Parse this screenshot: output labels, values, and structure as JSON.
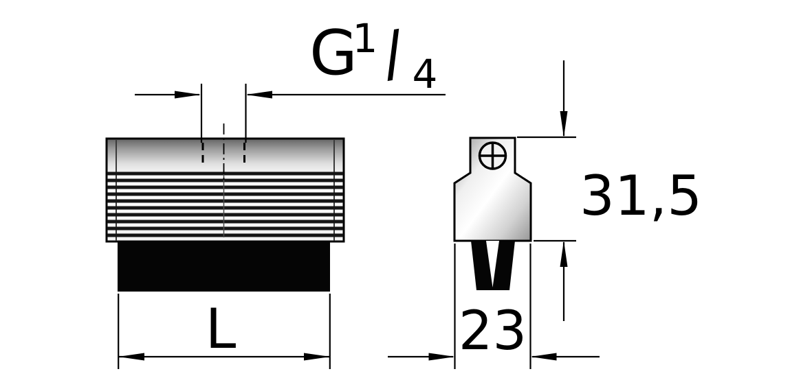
{
  "labels": {
    "thread_prefix": "G",
    "thread_numerator": "1",
    "thread_slash": "/",
    "thread_denominator": "4",
    "height": "31,5",
    "width": "23",
    "length": "L"
  },
  "colors": {
    "line": "#000000",
    "solid_fill": "#050505",
    "metal_dark": "#6d6d6d",
    "metal_light": "#ffffff",
    "background": "#ffffff"
  }
}
